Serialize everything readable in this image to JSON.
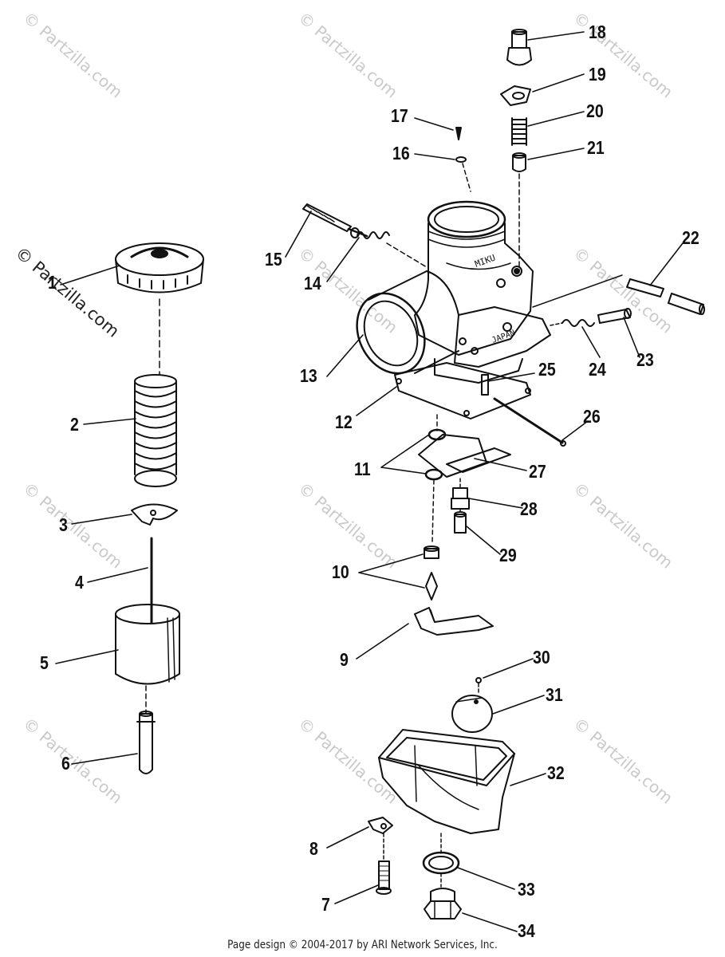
{
  "watermark_text": "© Partzilla.com",
  "side_copyright": "© Partzilla.com",
  "footer_text": "Page design © 2004-2017 by ARI Network Services, Inc.",
  "callouts": {
    "c1": "1",
    "c2": "2",
    "c3": "3",
    "c4": "4",
    "c5": "5",
    "c6": "6",
    "c7": "7",
    "c8": "8",
    "c9": "9",
    "c10": "10",
    "c11": "11",
    "c12": "12",
    "c13": "13",
    "c14": "14",
    "c15": "15",
    "c16": "16",
    "c17": "17",
    "c18": "18",
    "c19": "19",
    "c20": "20",
    "c21": "21",
    "c22": "22",
    "c23": "23",
    "c24": "24",
    "c25": "25",
    "c26": "26",
    "c27": "27",
    "c28": "28",
    "c29": "29",
    "c30": "30",
    "c31": "31",
    "c32": "32",
    "c33": "33",
    "c34": "34"
  },
  "body_stamp": {
    "line1": "MIKU",
    "line2": "JAPAN"
  },
  "colors": {
    "ink": "#111111",
    "watermark": "#c9c9c9",
    "background": "#ffffff"
  }
}
